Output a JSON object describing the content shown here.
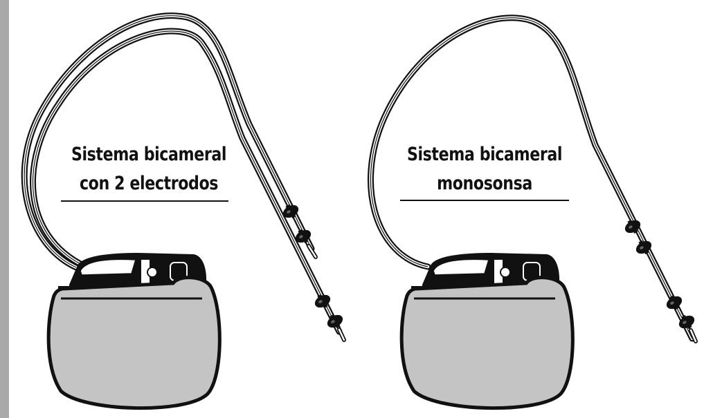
{
  "panels": [
    {
      "line1": "Sistema bicameral",
      "line2": "con 2 electrodos"
    },
    {
      "line1": "Sistema bicameral",
      "line2": "monosonsa"
    }
  ],
  "colors": {
    "side_bar": "#a9a9a9",
    "can_fill": "#c4c4c4",
    "ink": "#111111"
  }
}
